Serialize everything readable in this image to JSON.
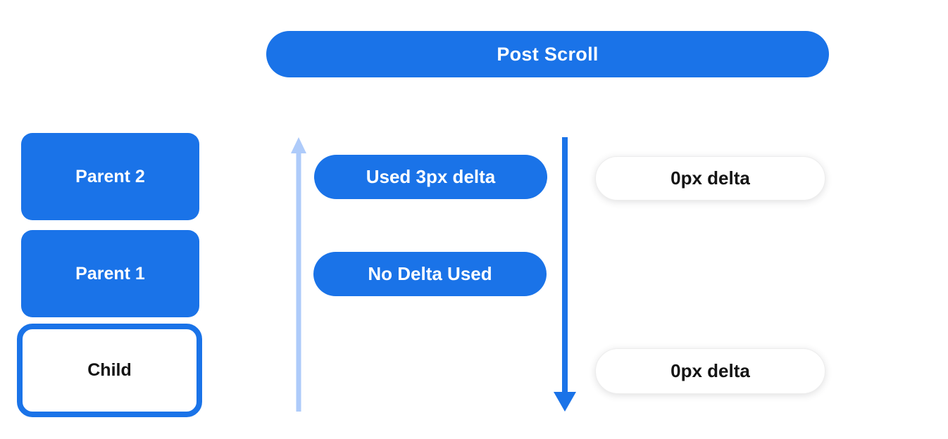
{
  "header": {
    "label": "Post Scroll"
  },
  "hierarchy": {
    "boxes": [
      {
        "label": "Parent 2",
        "style": "filled"
      },
      {
        "label": "Parent 1",
        "style": "filled"
      },
      {
        "label": "Child",
        "style": "outlined"
      }
    ]
  },
  "deltas": {
    "consumed": [
      {
        "label": "Used 3px delta"
      },
      {
        "label": "No Delta Used"
      }
    ],
    "remaining": [
      {
        "label": "0px delta"
      },
      {
        "label": "0px delta"
      }
    ]
  },
  "icons": {
    "up_arrow": "upward-scroll-direction-arrow",
    "down_arrow": "downward-scroll-direction-arrow"
  },
  "colors": {
    "primary_blue": "#1a73e8",
    "light_blue": "#aecbfa",
    "text_dark": "#141414",
    "background": "#ffffff"
  }
}
